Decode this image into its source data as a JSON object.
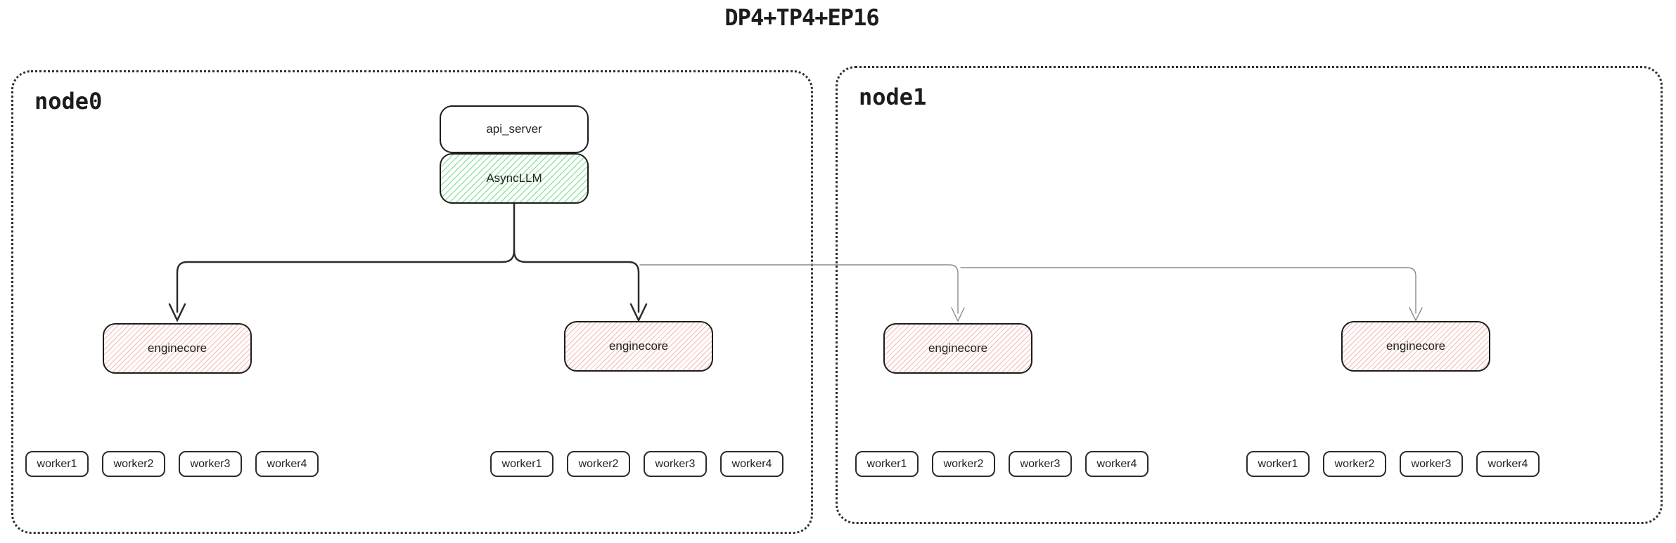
{
  "title": "DP4+TP4+EP16",
  "colors": {
    "box_border": "#1c1c1c",
    "node_border": "#2f2f2f",
    "asyncllm_hatch": "#97e4a5",
    "enginecore_hatch": "#f2bab3",
    "dark_connector": "#2b2b2b",
    "gray_connector": "#8a8a8a"
  },
  "nodes": [
    {
      "label": "node0",
      "boxes": {
        "api_server": "api_server",
        "async_llm": "AsyncLLM"
      },
      "enginecores": [
        {
          "label": "enginecore"
        },
        {
          "label": "enginecore"
        }
      ],
      "worker_groups": [
        {
          "workers": [
            "worker1",
            "worker2",
            "worker3",
            "worker4"
          ]
        },
        {
          "workers": [
            "worker1",
            "worker2",
            "worker3",
            "worker4"
          ]
        }
      ]
    },
    {
      "label": "node1",
      "enginecores": [
        {
          "label": "enginecore"
        },
        {
          "label": "enginecore"
        }
      ],
      "worker_groups": [
        {
          "workers": [
            "worker1",
            "worker2",
            "worker3",
            "worker4"
          ]
        },
        {
          "workers": [
            "worker1",
            "worker2",
            "worker3",
            "worker4"
          ]
        }
      ]
    }
  ]
}
